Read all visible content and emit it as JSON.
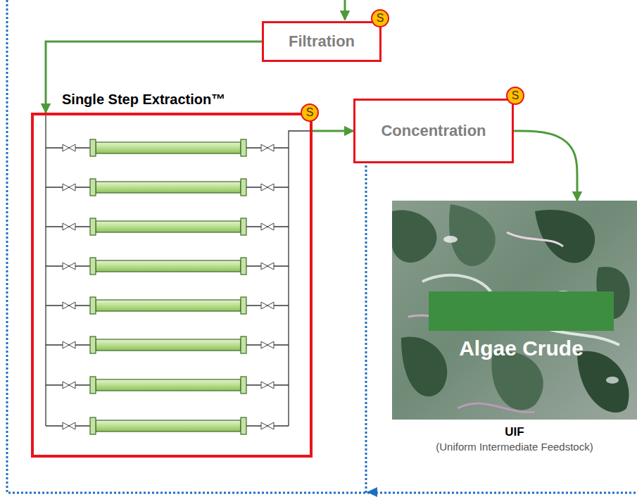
{
  "diagram": {
    "nodes": [
      {
        "text": [
          "Filtration"
        ]
      },
      {
        "text": [
          "S"
        ]
      },
      {
        "text": [
          "Single Step Extraction™"
        ]
      },
      {
        "text": [
          "S"
        ]
      },
      {
        "text": [
          "Concentration"
        ]
      },
      {
        "text": [
          "S"
        ]
      },
      {
        "text": [
          "UIF",
          "(Uniform Intermediate Feedstock)"
        ]
      },
      {
        "text": [
          "Algae Crude"
        ],
        "in": 6
      }
    ],
    "edges": [
      {
        "from": 0,
        "to": 2,
        "arrow": "to"
      },
      {
        "from": 2,
        "to": 4,
        "arrow": "to"
      },
      {
        "from": 4,
        "to": 6,
        "arrow": "to"
      }
    ]
  }
}
